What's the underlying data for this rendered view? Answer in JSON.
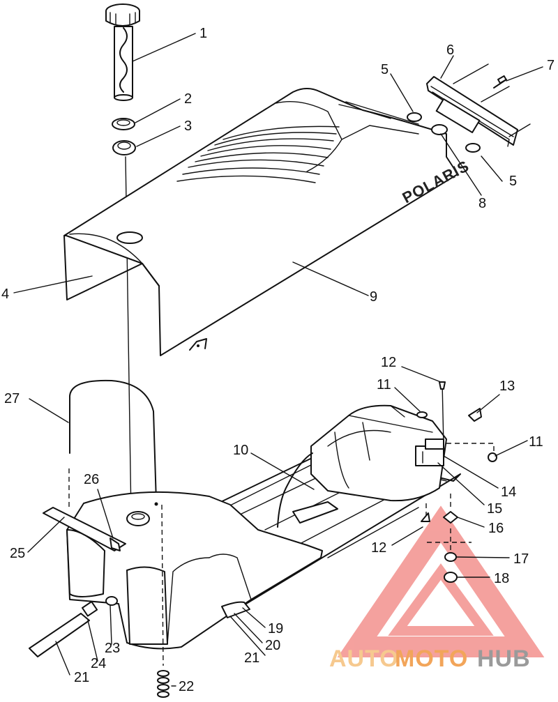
{
  "brand_text": "POLARIS",
  "watermark": {
    "part1": "AUTO",
    "part2": "MOTO",
    "part3": "HUB",
    "color_light": "#f6c98f",
    "color_orange": "#f2a55a",
    "color_gray": "#9a9a9a",
    "logo_color": "#f28a86"
  },
  "callouts": [
    "1",
    "2",
    "3",
    "4",
    "5",
    "5",
    "6",
    "7",
    "8",
    "9",
    "10",
    "11",
    "11",
    "12",
    "12",
    "13",
    "14",
    "15",
    "16",
    "17",
    "18",
    "19",
    "20",
    "21",
    "21",
    "22",
    "23",
    "24",
    "25",
    "26",
    "27"
  ]
}
